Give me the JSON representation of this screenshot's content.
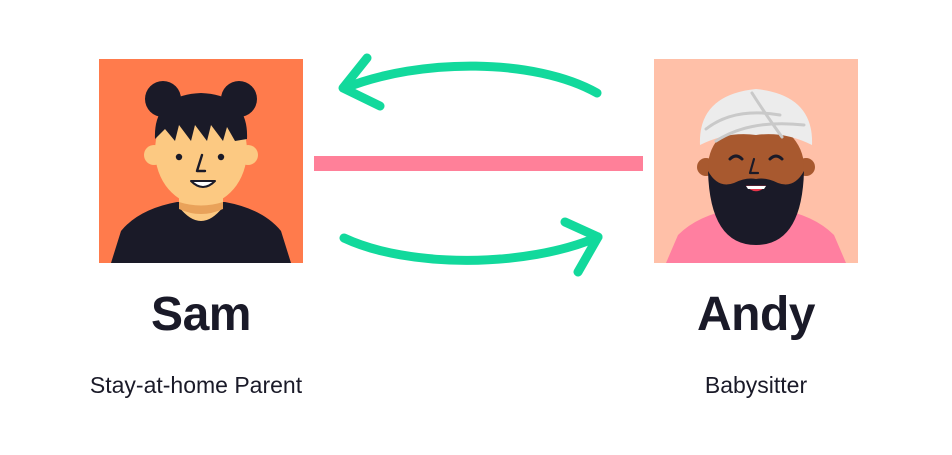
{
  "people": [
    {
      "name": "Sam",
      "role": "Stay-at-home Parent",
      "avatar_icon": "woman-with-hair-buns-avatar",
      "background_color": "#ff7b4c"
    },
    {
      "name": "Andy",
      "role": "Babysitter",
      "avatar_icon": "bearded-man-with-turban-avatar",
      "background_color": "#ffc0a8"
    }
  ],
  "colors": {
    "connector_line": "#ff8099",
    "arrows": "#12d99c",
    "text": "#1a1a28"
  }
}
